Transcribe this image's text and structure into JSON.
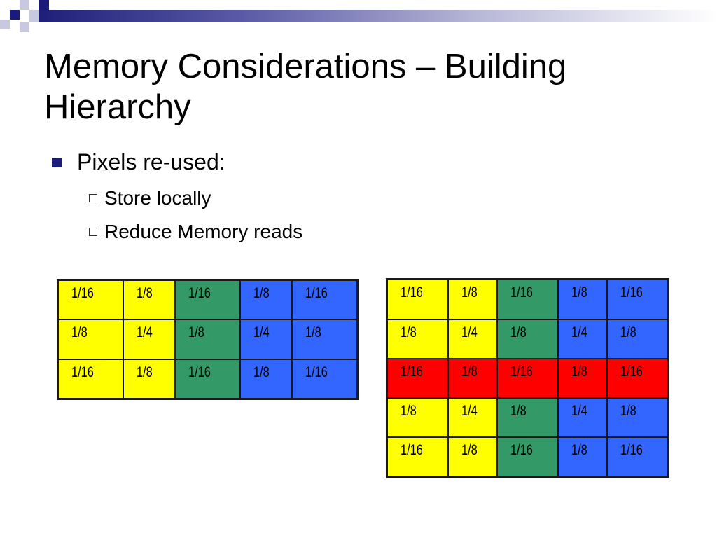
{
  "slide": {
    "title": "Memory Considerations – Building Hierarchy",
    "bullet": "Pixels re-used:",
    "sub_bullets": [
      "Store locally",
      "Reduce Memory reads"
    ]
  },
  "colors": {
    "yellow": "#ffff00",
    "green": "#339966",
    "blue": "#3366ff",
    "red": "#ff0000",
    "bullet_marker": "#1a1a7a"
  },
  "left_table": {
    "rows": [
      {
        "cells": [
          {
            "text": "1/16",
            "color": "yellow"
          },
          {
            "text": "1/8",
            "color": "yellow"
          },
          {
            "text": "1/16",
            "color": "green"
          },
          {
            "text": "1/8",
            "color": "blue"
          },
          {
            "text": "1/16",
            "color": "blue"
          }
        ]
      },
      {
        "cells": [
          {
            "text": "1/8",
            "color": "yellow"
          },
          {
            "text": "1/4",
            "color": "yellow"
          },
          {
            "text": "1/8",
            "color": "green"
          },
          {
            "text": "1/4",
            "color": "blue"
          },
          {
            "text": "1/8",
            "color": "blue"
          }
        ]
      },
      {
        "cells": [
          {
            "text": "1/16",
            "color": "yellow"
          },
          {
            "text": "1/8",
            "color": "yellow"
          },
          {
            "text": "1/16",
            "color": "green"
          },
          {
            "text": "1/8",
            "color": "blue"
          },
          {
            "text": "1/16",
            "color": "blue"
          }
        ]
      }
    ]
  },
  "right_table": {
    "rows": [
      {
        "cells": [
          {
            "text": "1/16",
            "color": "yellow"
          },
          {
            "text": "1/8",
            "color": "yellow"
          },
          {
            "text": "1/16",
            "color": "green"
          },
          {
            "text": "1/8",
            "color": "blue"
          },
          {
            "text": "1/16",
            "color": "blue"
          }
        ]
      },
      {
        "cells": [
          {
            "text": "1/8",
            "color": "yellow"
          },
          {
            "text": "1/4",
            "color": "yellow"
          },
          {
            "text": "1/8",
            "color": "green"
          },
          {
            "text": "1/4",
            "color": "blue"
          },
          {
            "text": "1/8",
            "color": "blue"
          }
        ]
      },
      {
        "cells": [
          {
            "text": "1/16",
            "color": "red"
          },
          {
            "text": "1/8",
            "color": "red"
          },
          {
            "text": "1/16",
            "color": "red"
          },
          {
            "text": "1/8",
            "color": "red"
          },
          {
            "text": "1/16",
            "color": "red"
          }
        ]
      },
      {
        "cells": [
          {
            "text": "1/8",
            "color": "yellow"
          },
          {
            "text": "1/4",
            "color": "yellow"
          },
          {
            "text": "1/8",
            "color": "green"
          },
          {
            "text": "1/4",
            "color": "blue"
          },
          {
            "text": "1/8",
            "color": "blue"
          }
        ]
      },
      {
        "cells": [
          {
            "text": "1/16",
            "color": "yellow"
          },
          {
            "text": "1/8",
            "color": "yellow"
          },
          {
            "text": "1/16",
            "color": "green"
          },
          {
            "text": "1/8",
            "color": "blue"
          },
          {
            "text": "1/16",
            "color": "blue"
          }
        ]
      }
    ]
  }
}
